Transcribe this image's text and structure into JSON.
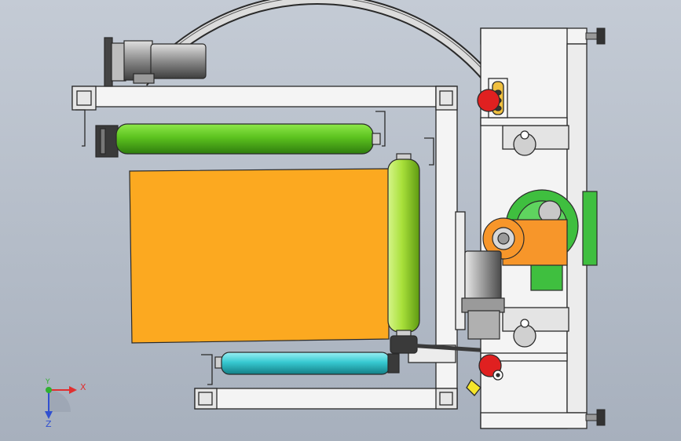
{
  "view": {
    "background_top": "#c4cbd5",
    "background_bottom": "#a7b0bd"
  },
  "colors": {
    "frame_white": "#f4f4f4",
    "outline": "#2a2a2a",
    "roller_green": "#5cc21f",
    "roller_lime": "#a8e03a",
    "roller_cyan": "#37c9d1",
    "film_orange": "#fca920",
    "ring_gray": "#dcdcdc",
    "motor_gray": "#808080",
    "bracket_orange": "#f7962a",
    "drive_green": "#3fbf3f",
    "wheel_red": "#e02020",
    "marker_yellow": "#f5e52a"
  },
  "triad": {
    "x_label": "X",
    "y_label": "Y",
    "z_label": "Z",
    "x_color": "#e03030",
    "y_color": "#30b030",
    "z_color": "#3050d0"
  },
  "parts": [
    "machine-frame",
    "wrapping-ring",
    "rotary-motor",
    "upper-roller",
    "vertical-roller",
    "lower-roller",
    "film-sheet",
    "ring-carriage",
    "drive-unit",
    "gear-motor",
    "leveling-feet"
  ]
}
